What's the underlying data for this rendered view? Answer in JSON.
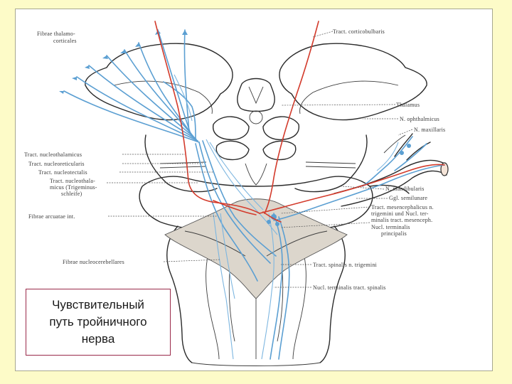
{
  "caption": "Чувствительный\nпуть тройничного\nнерва",
  "colors": {
    "background": "#fdfbc8",
    "panel": "#ffffff",
    "caption_border": "#9a2a4a",
    "sensory_pathway": "#5b9fd2",
    "motor_pathway": "#d33b2c",
    "outline": "#2b2b2b"
  },
  "labels": {
    "fibrae_thalamo_1": "Fibrae thalamo-",
    "fibrae_thalamo_2": "corticales",
    "tract_corticobulbaris": "Tract. corticobulbaris",
    "thalamus": "Thalamus",
    "n_ophthalmicus": "N. ophthalmicus",
    "n_maxillaris": "N. maxillaris",
    "tract_nucleothalamicus": "Tract. nucleothalamicus",
    "tract_nucleoreticularis": "Tract. nucleoreticularis",
    "tract_nucleotectalis": "Tract. nucleotectalis",
    "tract_nucleothalamicus_2": "Tract. nucleothala-",
    "micus_trigeminus": "micus (Trigeminus-",
    "schleife": "schleife)",
    "n_mandibularis": "N. mandibularis",
    "ggl_semilunare": "Ggl. semilunare",
    "fibrae_arcuatae": "Fibrae arcuatae int.",
    "tract_mesencephalicus_1": "Tract. mesencephalicus n.",
    "tract_mesencephalicus_2": "trigemini und Nucl. ter-",
    "tract_mesencephalicus_3": "minalis tract. mesenceph.",
    "nucl_terminalis_1": "Nucl. terminalis",
    "nucl_terminalis_2": "principalis",
    "fibrae_nucleocerebellares": "Fibrae nucleocerebellares",
    "tract_spinalis": "Tract. spinalis n. trigemini",
    "nucl_terminalis_spinalis": "Nucl. terminalis tract. spinalis"
  }
}
